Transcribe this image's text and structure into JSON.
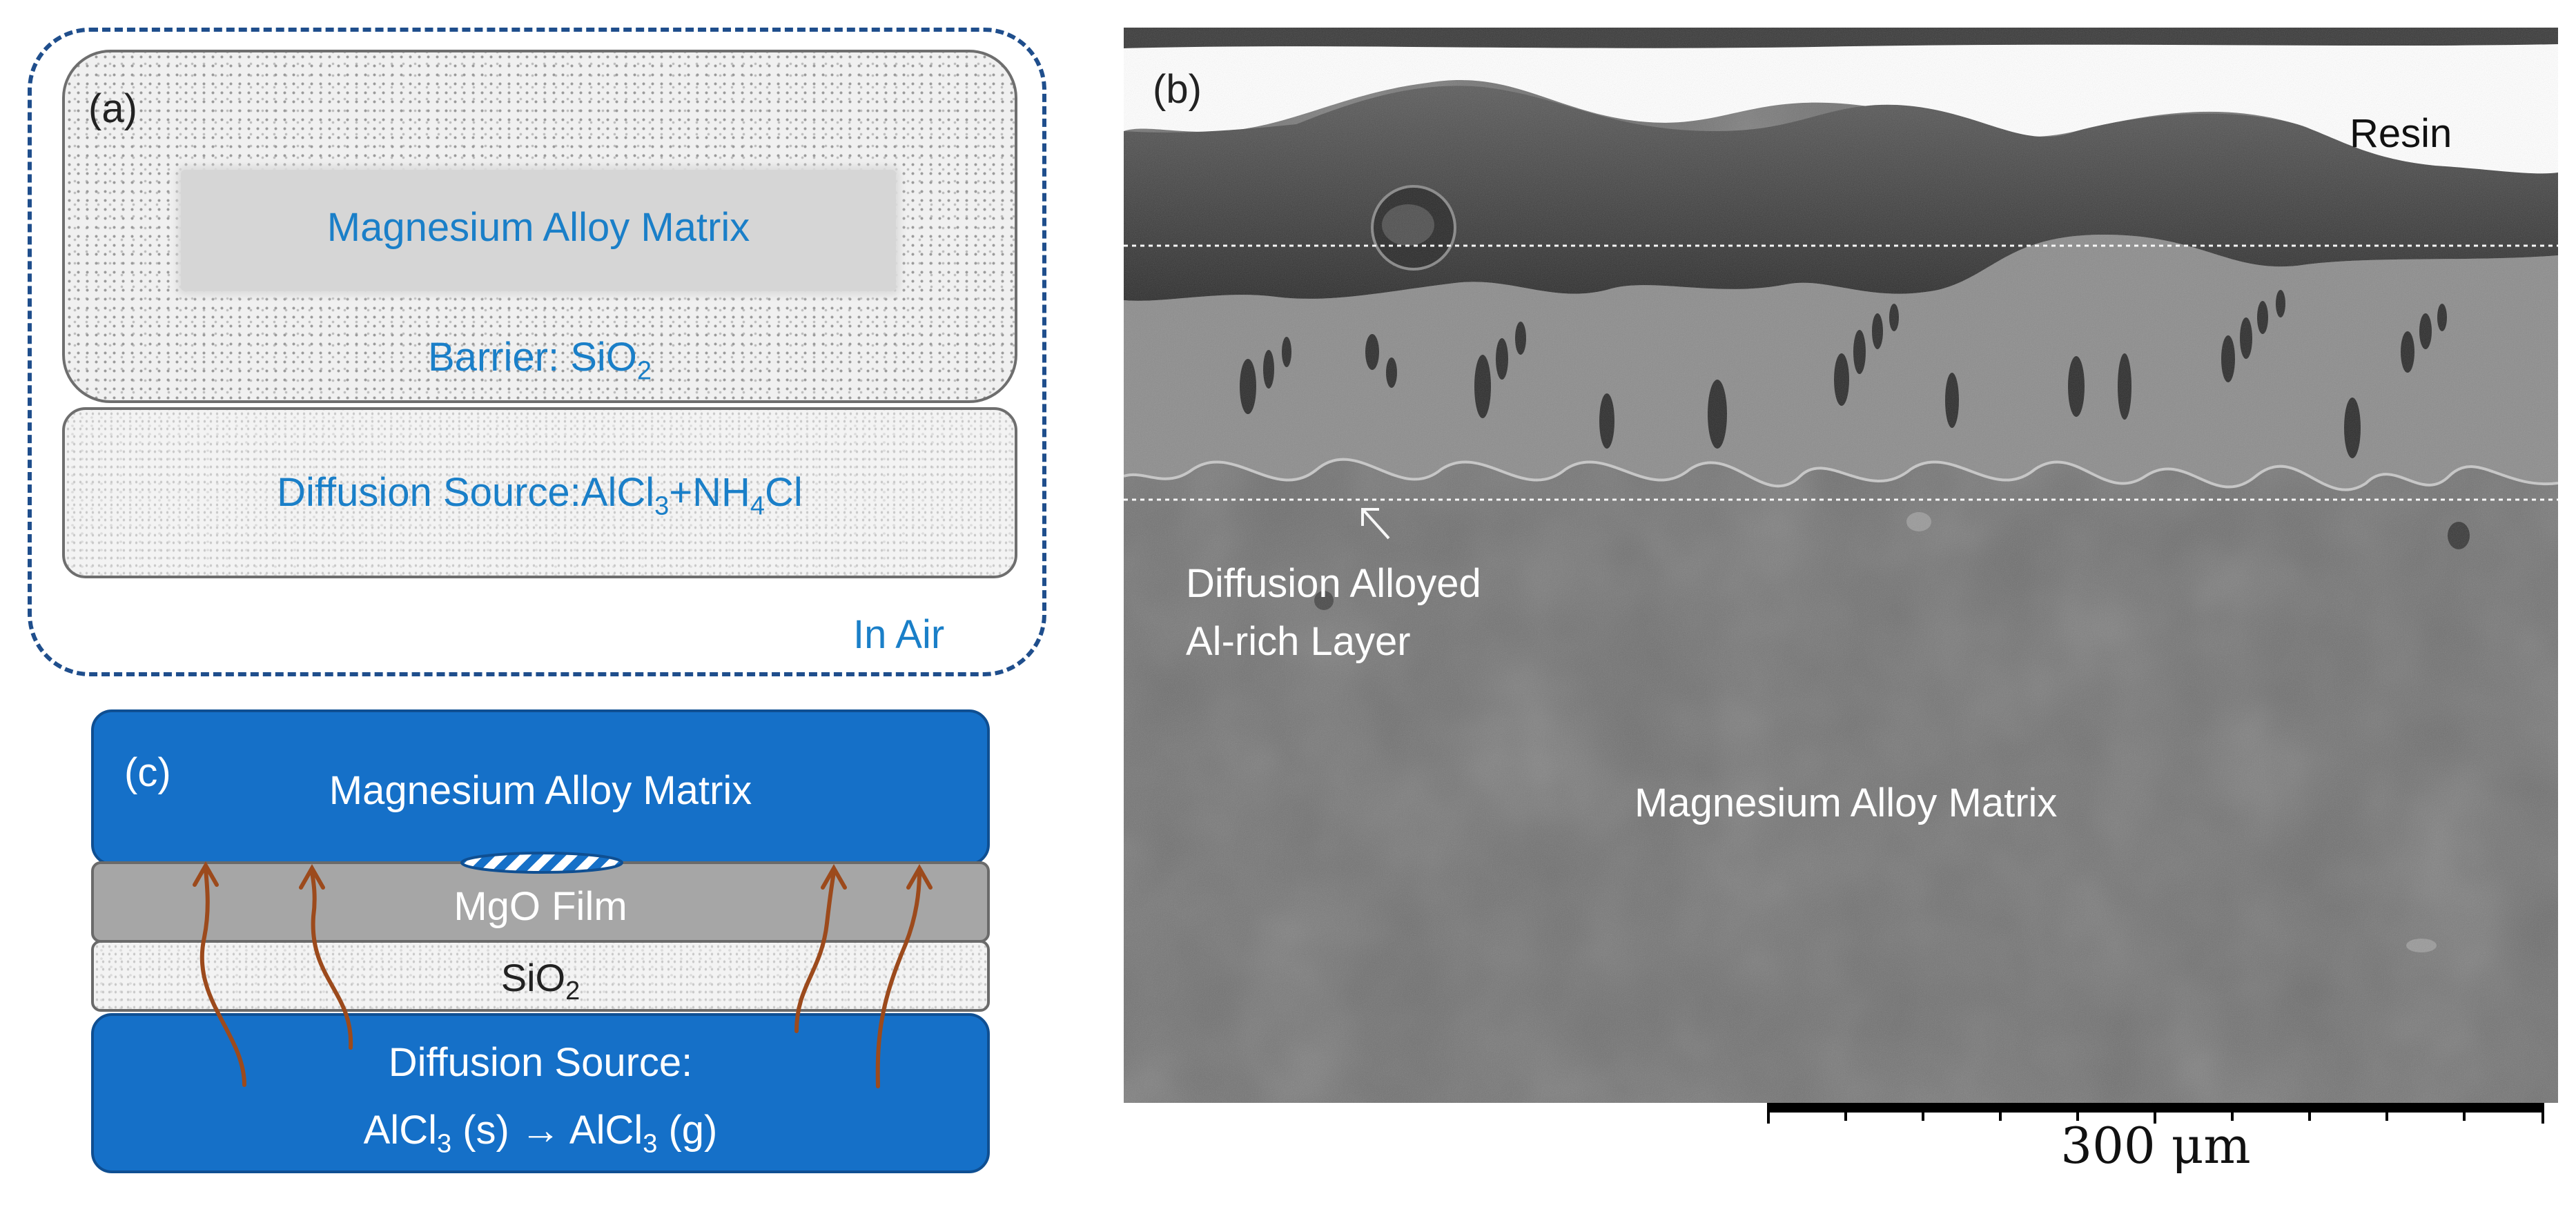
{
  "panel_a": {
    "tag": "(a)",
    "matrix_label": "Magnesium Alloy Matrix",
    "barrier_label": "Barrier: SiO",
    "barrier_sub": "2",
    "source_prefix": "Diffusion Source:AlCl",
    "source_sub1": "3",
    "source_mid": "+NH",
    "source_sub2": "4",
    "source_suffix": "Cl",
    "environment": "In Air"
  },
  "panel_b": {
    "tag": "(b)",
    "resin_label": "Resin",
    "layer_label_line1": "Diffusion Alloyed",
    "layer_label_line2": "Al-rich Layer",
    "matrix_label": "Magnesium Alloy Matrix",
    "scale_label": "300 μm"
  },
  "panel_c": {
    "tag": "(c)",
    "matrix_label": "Magnesium Alloy Matrix",
    "mgo_label": "MgO Film",
    "sio2_prefix": "SiO",
    "sio2_sub": "2",
    "source_line1": "Diffusion Source:",
    "source_line2_a": "AlCl",
    "source_line2_sub1": "3",
    "source_line2_b": " (s) → AlCl",
    "source_line2_sub2": "3",
    "source_line2_c": " (g)"
  },
  "colors": {
    "accent_blue": "#1570c8",
    "text_blue": "#1a7fc8",
    "dashed_border": "#1f4e8c",
    "arrow_brown": "#9c4a1c"
  }
}
